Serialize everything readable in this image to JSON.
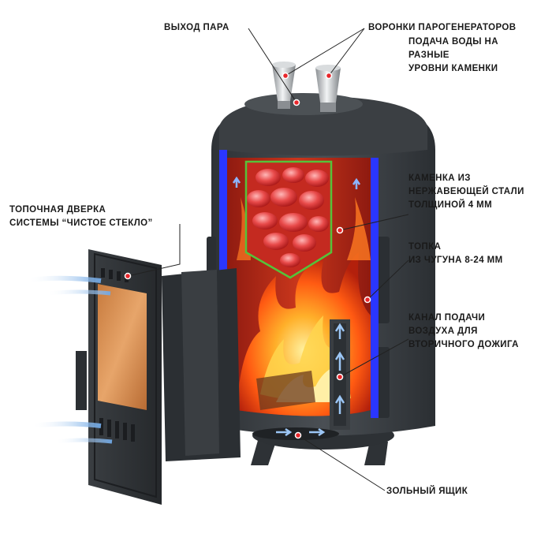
{
  "colors": {
    "accent": "#e8262b",
    "water_jacket": "#2a36ff",
    "stone_box": "#55c23a",
    "body": "#3d4145",
    "leader": "#222222",
    "air_arrow": "#7fb2e8"
  },
  "labels": {
    "steam_outlet": "ВЫХОД ПАРА",
    "steam_funnels": "ВОРОНКИ ПАРОГЕНЕРАТОРОВ",
    "water_supply": [
      "ПОДАЧА ВОДЫ НА",
      "РАЗНЫЕ",
      "УРОВНИ КАМЕНКИ"
    ],
    "stone_box": [
      "КАМЕНКА ИЗ",
      "НЕРЖАВЕЮЩЕЙ СТАЛИ",
      "ТОЛЩИНОЙ 4 ММ"
    ],
    "firebox": [
      "ТОПКА",
      "ИЗ ЧУГУНА 8-24 ММ"
    ],
    "air_channel": [
      "КАНАЛ ПОДАЧИ",
      "ВОЗДУХА ДЛЯ",
      "ВТОРИЧНОГО ДОЖИГА"
    ],
    "fire_door": [
      "ТОПОЧНАЯ ДВЕРКА",
      "СИСТЕМЫ “ЧИСТОЕ СТЕКЛО”"
    ],
    "ash_box": "ЗОЛЬНЫЙ ЯЩИК"
  }
}
